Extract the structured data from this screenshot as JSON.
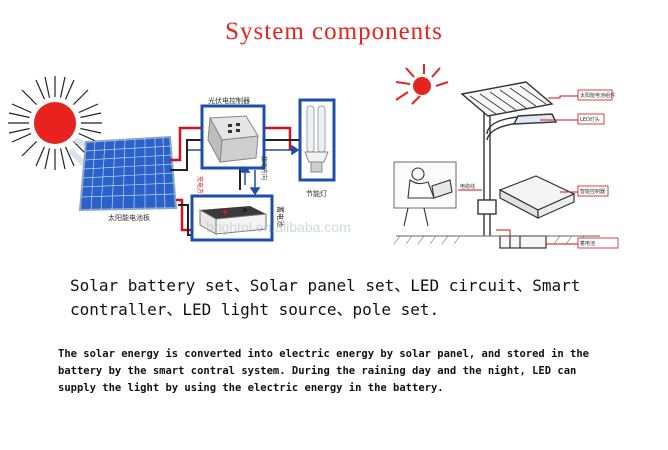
{
  "title": "System components",
  "components_text": "Solar battery set、Solar panel set、LED circuit、Smart contraller、LED light source、pole set.",
  "description": "The solar energy is converted into electric energy by solar panel, and stored in the battery by the smart contral system. During the raining day and the night, LED can supply the light by using the electric energy in the battery.",
  "diagram_left": {
    "panel_label": "太阳能电池板",
    "controller_label": "光伏电控制器",
    "charge_label_1": "充电方向",
    "charge_label_2": "放电方向",
    "discharge_label": "放电方向",
    "battery_label": "蓄电池",
    "lamp_label": "节能灯",
    "watermark": "brightol.en.alibaba.com"
  },
  "diagram_right": {
    "callouts": [
      "太阳能电池组件",
      "LED灯头",
      "智能控制器",
      "电缆线",
      "蓄电池"
    ]
  },
  "colors": {
    "title": "#e8231f",
    "sun": "#e8231f",
    "panel": "#2a62c9",
    "wire_red": "#d3121a",
    "frame_blue": "#1d4fa8"
  }
}
